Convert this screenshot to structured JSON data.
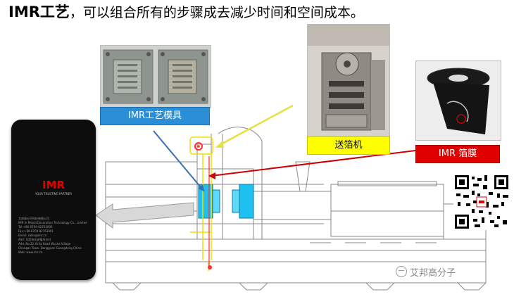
{
  "title": {
    "emphasis": "IMR工艺",
    "rest": "，可以组合所有的步骤成去减少时间和空间成本。"
  },
  "labels": {
    "mold": "IMR工艺模具",
    "feeder": "送箔机",
    "foil": "IMR 箔膜"
  },
  "product": {
    "logo": "IMR",
    "tagline": "YOUR TRUSTING PARTNER",
    "lines": [
      "艾邦高分子科技有限公司",
      "IMR In Mould Decoration Technology Co., Limited",
      "Tel:+86-0769-82763000",
      "Fax:+86-0769-82763001",
      "Email: sales@imr.cn",
      "Add: 东莞市长安镇乌沙村",
      "Add: No.22 Xinfa Road Wusha Village",
      "Changan Town, Dongguan Guangdong China",
      "Web: www.imr.cn"
    ]
  },
  "watermark": "艾邦高分子",
  "colors": {
    "mold_label": "#2b8fd8",
    "feeder_label": "#ffff00",
    "foil_label": "#e00000",
    "mold_arrow": "#3a6fb0",
    "feeder_arrow": "#e8e040",
    "foil_arrow": "#d00000",
    "highlight_blue": "#1ec0f0",
    "highlight_yellow": "#f0e000",
    "highlight_red": "#ff3030"
  }
}
